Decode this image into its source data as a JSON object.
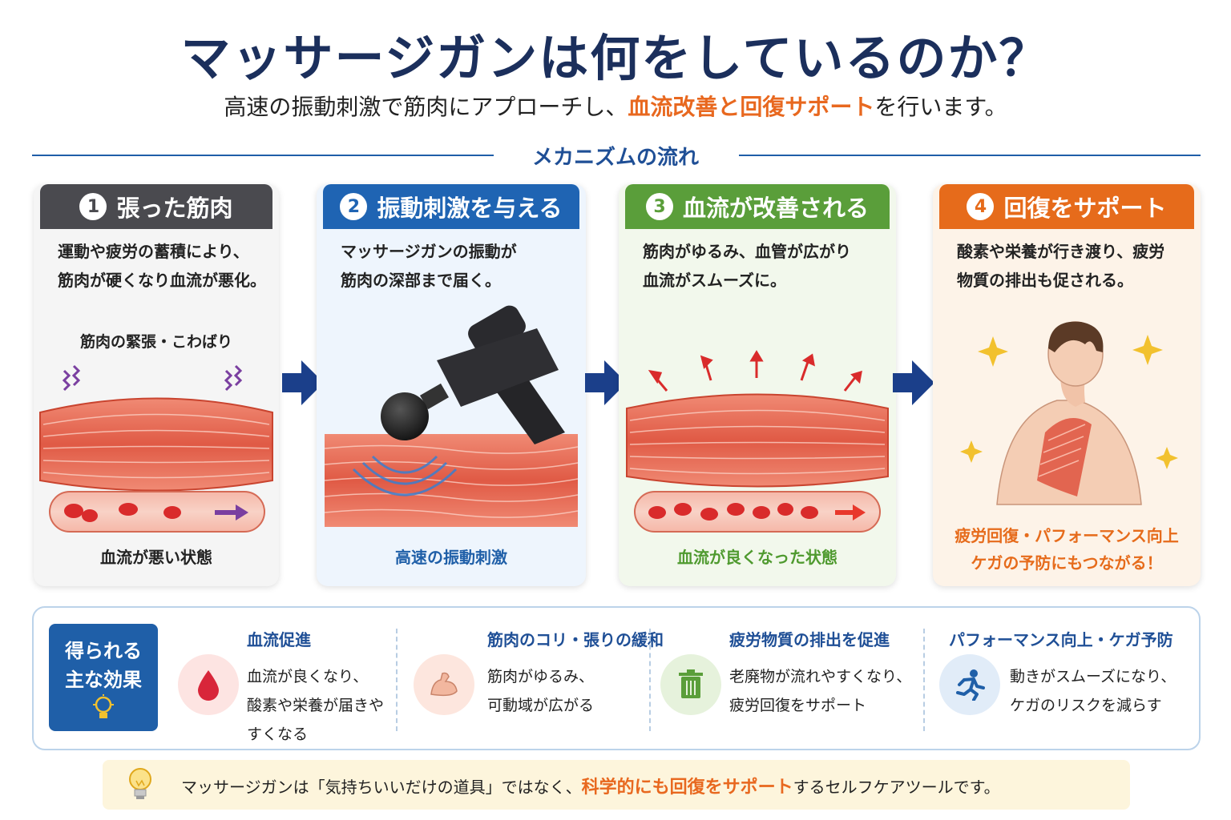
{
  "header": {
    "title": "マッサージガンは何をしているのか？",
    "subtitle_before": "高速の振動刺激で筋肉にアプローチし、",
    "subtitle_accent": "血流改善と回復サポート",
    "subtitle_after": "を行います。"
  },
  "flow": {
    "label": "メカニズムの流れ",
    "steps": [
      {
        "number": "1",
        "title": "張った筋肉",
        "desc_lines": [
          "運動や疲労の蓄積により、",
          "筋肉が硬くなり血流が悪化。"
        ],
        "top_note": "筋肉の緊張・こわばり",
        "bottom_note": "血流が悪い状態"
      },
      {
        "number": "2",
        "title": "振動刺激を与える",
        "desc_lines": [
          "マッサージガンの振動が",
          "筋肉の深部まで届く。"
        ],
        "bottom_note": "高速の振動刺激"
      },
      {
        "number": "3",
        "title": "血流が改善される",
        "desc_lines": [
          "筋肉がゆるみ、血管が広がり",
          "血流がスムーズに。"
        ],
        "bottom_note": "血流が良くなった状態"
      },
      {
        "number": "4",
        "title": "回復をサポート",
        "desc_lines": [
          "酸素や栄養が行き渡り、疲労",
          "物質の排出も促される。"
        ],
        "bottom_lines": [
          "疲労回復・パフォーマンス向上",
          "ケガの予防にもつながる！"
        ]
      }
    ]
  },
  "effects": {
    "badge_lines": [
      "得られる",
      "主な効果"
    ],
    "items": [
      {
        "title": "血流促進",
        "icon": "blood-drop-icon",
        "lines": [
          "血流が良くなり、",
          "酸素や栄養が届きや",
          "すくなる"
        ]
      },
      {
        "title": "筋肉のコリ・張りの緩和",
        "icon": "flexed-arm-icon",
        "lines": [
          "筋肉がゆるみ、",
          "可動域が広がる"
        ]
      },
      {
        "title": "疲労物質の排出を促進",
        "icon": "trash-can-icon",
        "lines": [
          "老廃物が流れやすくなり、",
          "疲労回復をサポート"
        ]
      },
      {
        "title": "パフォーマンス向上・ケガ予防",
        "icon": "running-person-icon",
        "lines": [
          "動きがスムーズになり、",
          "ケガのリスクを減らす"
        ]
      }
    ]
  },
  "tip": {
    "before": "マッサージガンは「気持ちいいだけの道具」ではなく、",
    "accent": "科学的にも回復をサポート",
    "after": "するセルフケアツールです。",
    "icon": "lightbulb-icon"
  },
  "colors": {
    "navy": "#1b2f5c",
    "accent_orange": "#e8681f",
    "step1": "#4a4a4f",
    "step2": "#1f64b3",
    "step3": "#5a9e3a",
    "step4": "#e66b1b",
    "muscle": "#e8634f",
    "effect_blue": "#1f5fa8"
  }
}
